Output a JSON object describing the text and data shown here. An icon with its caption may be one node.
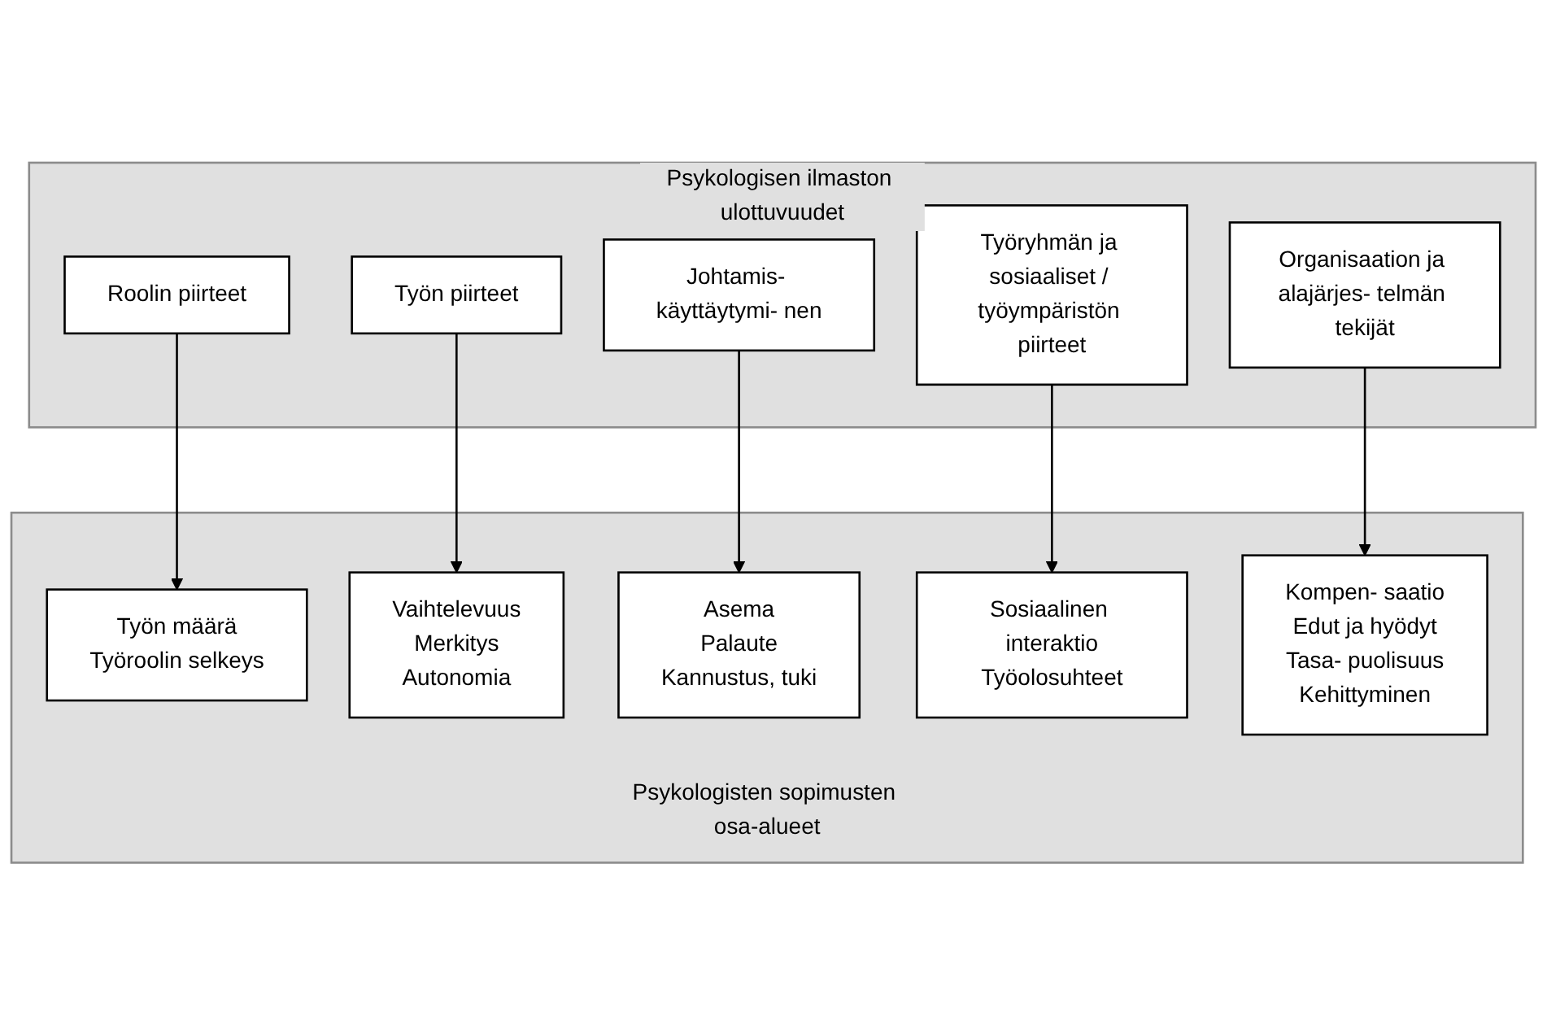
{
  "diagram": {
    "nodes": [
      {
        "text": [
          "Psykologisen ilmaston ulottuvuudet"
        ]
      },
      {
        "text": [
          "Roolin piirteet"
        ],
        "in": 0
      },
      {
        "text": [
          "Työn piirteet"
        ],
        "in": 0
      },
      {
        "text": [
          "Johtamis- käyttäytymi- nen"
        ],
        "in": 0
      },
      {
        "text": [
          "Työryhmän ja sosiaaliset / työympäristön piirteet"
        ],
        "in": 0
      },
      {
        "text": [
          "Organisaation ja alajärjes- telmän tekijät"
        ],
        "in": 0
      },
      {
        "text": [
          "Psykologisten sopimusten osa-alueet"
        ]
      },
      {
        "text": [
          "Työn määrä",
          "Työroolin selkeys"
        ],
        "in": 6
      },
      {
        "text": [
          "Vaihtelevuus",
          "Merkitys",
          "Autonomia"
        ],
        "in": 6
      },
      {
        "text": [
          "Asema",
          "Palaute",
          "Kannustus, tuki"
        ],
        "in": 6
      },
      {
        "text": [
          "Sosiaalinen interaktio",
          "Työolosuhteet"
        ],
        "in": 6
      },
      {
        "text": [
          "Kompen- saatio",
          "Edut ja hyödyt",
          "Tasa- puolisuus",
          "Kehittyminen"
        ],
        "in": 6
      }
    ],
    "edges": [
      {
        "from": 1,
        "to": 7,
        "arrow": "to"
      },
      {
        "from": 2,
        "to": 8,
        "arrow": "to"
      },
      {
        "from": 3,
        "to": 9,
        "arrow": "to"
      },
      {
        "from": 4,
        "to": 10,
        "arrow": "to"
      },
      {
        "from": 5,
        "to": 11,
        "arrow": "to"
      }
    ]
  }
}
